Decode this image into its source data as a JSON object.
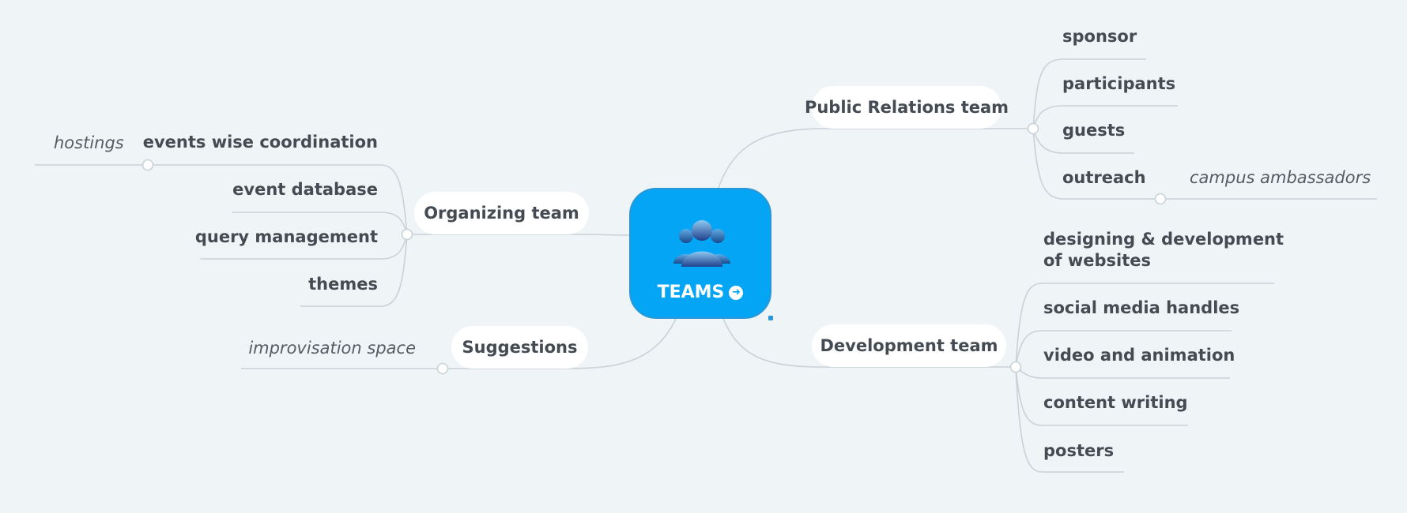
{
  "central": {
    "label": "TEAMS",
    "icon": "user-group-icon",
    "action_icon": "arrow-right-circle-icon"
  },
  "colors": {
    "background": "#eff4f6",
    "central_fill": "#04a5f4",
    "line": "#c9d2d7",
    "text": "#444b52"
  },
  "branches": {
    "organizing": {
      "label": "Organizing team",
      "items": [
        {
          "label": "events wise coordination",
          "note": "hostings"
        },
        {
          "label": "event database"
        },
        {
          "label": "query management"
        },
        {
          "label": "themes"
        }
      ]
    },
    "suggestions": {
      "label": "Suggestions",
      "note": "improvisation space"
    },
    "public_relations": {
      "label": "Public Relations team",
      "items": [
        {
          "label": "sponsor"
        },
        {
          "label": "participants"
        },
        {
          "label": "guests"
        },
        {
          "label": "outreach",
          "note": "campus ambassadors"
        }
      ]
    },
    "development": {
      "label": "Development team",
      "items": [
        {
          "label": "designing & development",
          "label_line2": "of websites"
        },
        {
          "label": "social media handles"
        },
        {
          "label": "video and animation"
        },
        {
          "label": "content writing"
        },
        {
          "label": "posters"
        }
      ]
    }
  }
}
